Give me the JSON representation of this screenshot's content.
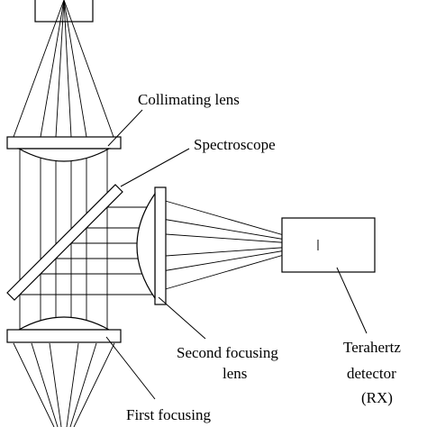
{
  "labels": {
    "collimating_lens": "Collimating lens",
    "spectroscope": "Spectroscope",
    "second_focusing_line1": "Second focusing",
    "second_focusing_line2": "lens",
    "detector_line1": "Terahertz",
    "detector_line2": "detector",
    "detector_line3": "(RX)",
    "first_focusing": "First focusing"
  }
}
